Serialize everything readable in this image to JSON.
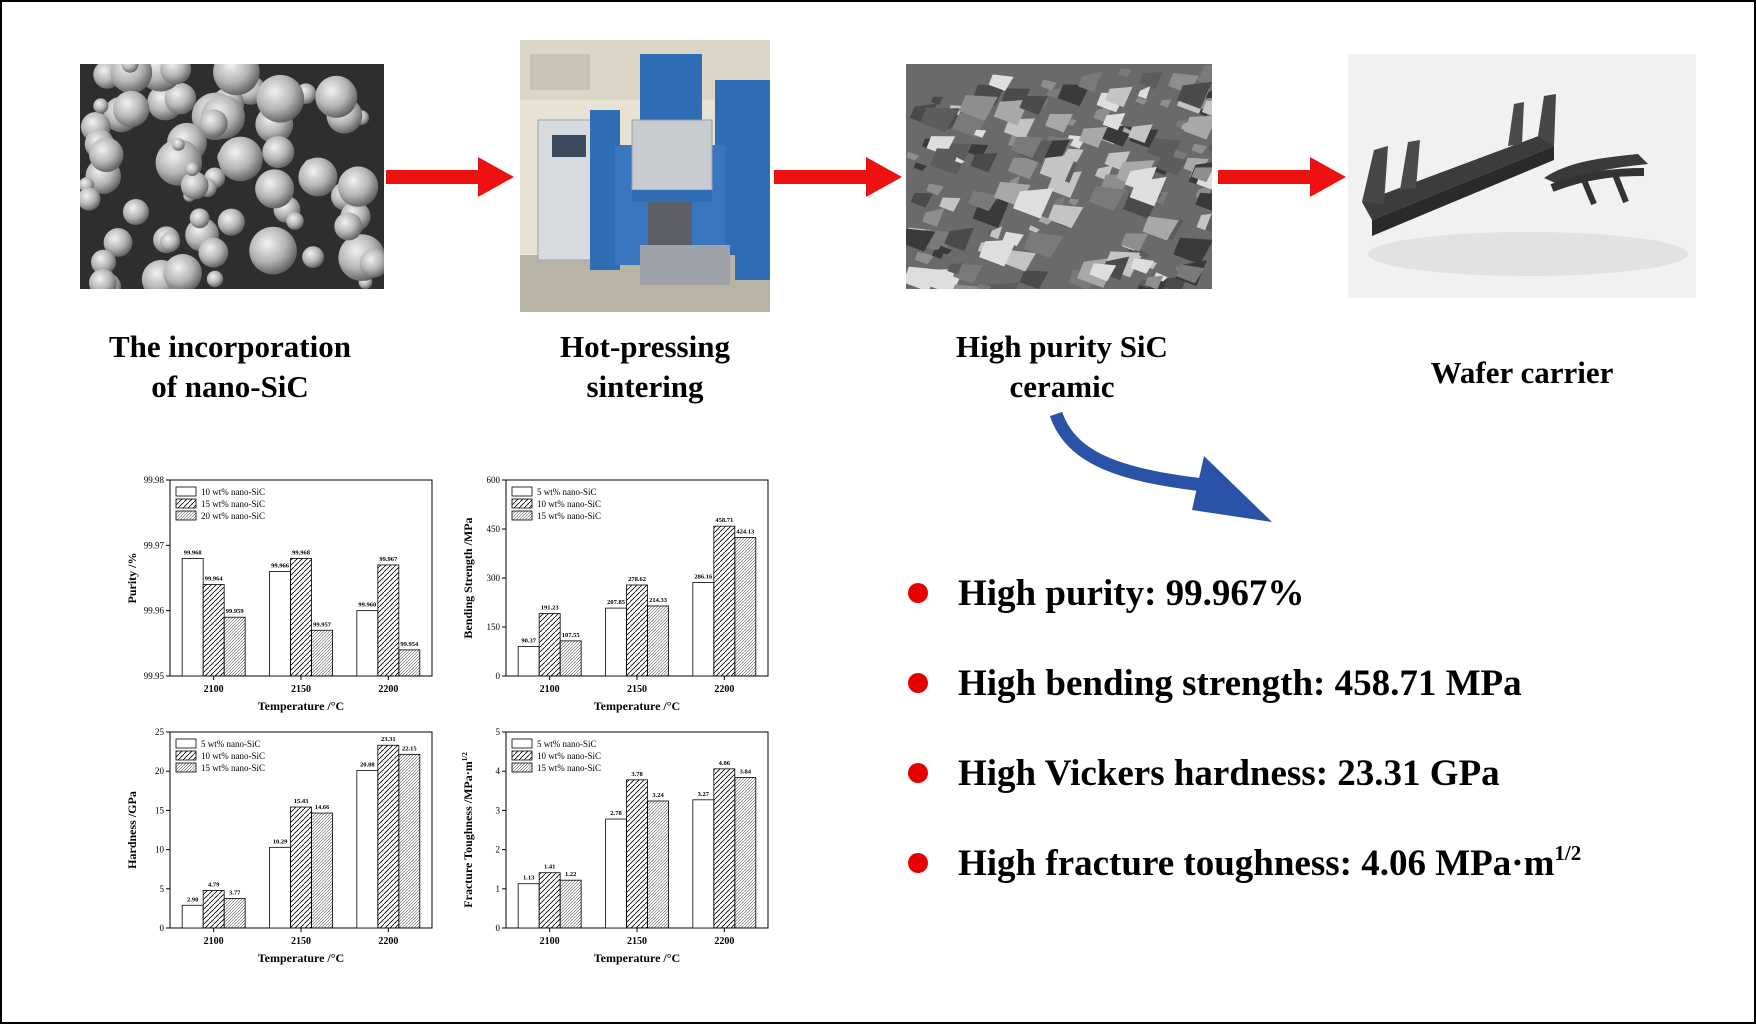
{
  "colors": {
    "arrow": "#ee1111",
    "curved_arrow": "#2a52a6",
    "bullet": "#e60000"
  },
  "process": [
    {
      "id": "powder",
      "caption_lines": [
        "The incorporation",
        "of nano-SiC"
      ]
    },
    {
      "id": "furnace",
      "caption_lines": [
        "Hot-pressing",
        "sintering"
      ]
    },
    {
      "id": "ceramic",
      "caption_lines": [
        "High purity SiC",
        "ceramic"
      ]
    },
    {
      "id": "carrier",
      "caption_lines": [
        "Wafer carrier"
      ]
    }
  ],
  "highlights": [
    {
      "text": "High purity: 99.967%",
      "sup": ""
    },
    {
      "text": "High bending strength: 458.71 MPa",
      "sup": ""
    },
    {
      "text": "High Vickers hardness: 23.31 GPa",
      "sup": ""
    },
    {
      "text": "High fracture toughness: 4.06 MPa·m",
      "sup": "1/2"
    }
  ],
  "chart_data": [
    {
      "type": "bar",
      "categories": [
        "2100",
        "2150",
        "2200"
      ],
      "xlabel": "Temperature /°C",
      "ylabel": "Purity /%",
      "ylim": [
        99.95,
        99.98
      ],
      "yticks": [
        "99.95",
        "99.96",
        "99.97",
        "99.98"
      ],
      "legend": "top-left",
      "series": [
        {
          "name": "10 wt% nano-SiC",
          "values": [
            99.968,
            99.966,
            99.96
          ],
          "labels": [
            "99.968",
            "99.966",
            "99.960"
          ],
          "pattern": "blank"
        },
        {
          "name": "15 wt% nano-SiC",
          "values": [
            99.964,
            99.968,
            99.967
          ],
          "labels": [
            "99.964",
            "99.968",
            "99.967"
          ],
          "pattern": "diag"
        },
        {
          "name": "20 wt% nano-SiC",
          "values": [
            99.959,
            99.957,
            99.954
          ],
          "labels": [
            "99.959",
            "99.957",
            "99.954"
          ],
          "pattern": "dense"
        }
      ]
    },
    {
      "type": "bar",
      "categories": [
        "2100",
        "2150",
        "2200"
      ],
      "xlabel": "Temperature /°C",
      "ylabel": "Bending Strength /MPa",
      "ylim": [
        0,
        600
      ],
      "yticks": [
        "0",
        "150",
        "300",
        "450",
        "600"
      ],
      "legend": "top-left",
      "series": [
        {
          "name": "5 wt% nano-SiC",
          "values": [
            90.37,
            207.85,
            286.16
          ],
          "labels": [
            "90.37",
            "207.85",
            "286.16"
          ],
          "pattern": "blank"
        },
        {
          "name": "10 wt% nano-SiC",
          "values": [
            191.23,
            278.62,
            458.71
          ],
          "labels": [
            "191.23",
            "278.62",
            "458.71"
          ],
          "pattern": "diag"
        },
        {
          "name": "15 wt% nano-SiC",
          "values": [
            107.55,
            214.33,
            424.13
          ],
          "labels": [
            "107.55",
            "214.33",
            "424.13"
          ],
          "pattern": "dense"
        }
      ]
    },
    {
      "type": "bar",
      "categories": [
        "2100",
        "2150",
        "2200"
      ],
      "xlabel": "Temperature /°C",
      "ylabel": "Hardness /GPa",
      "ylim": [
        0,
        25
      ],
      "yticks": [
        "0",
        "5",
        "10",
        "15",
        "20",
        "25"
      ],
      "legend": "top-left",
      "series": [
        {
          "name": "5 wt% nano-SiC",
          "values": [
            2.9,
            10.29,
            20.08
          ],
          "labels": [
            "2.90",
            "10.29",
            "20.08"
          ],
          "pattern": "blank"
        },
        {
          "name": "10 wt% nano-SiC",
          "values": [
            4.79,
            15.43,
            23.31
          ],
          "labels": [
            "4.79",
            "15.43",
            "23.31"
          ],
          "pattern": "diag"
        },
        {
          "name": "15 wt% nano-SiC",
          "values": [
            3.77,
            14.66,
            22.15
          ],
          "labels": [
            "3.77",
            "14.66",
            "22.15"
          ],
          "pattern": "dense"
        }
      ]
    },
    {
      "type": "bar",
      "categories": [
        "2100",
        "2150",
        "2200"
      ],
      "xlabel": "Temperature /°C",
      "ylabel": "Fracture Toughness /MPa·m",
      "ylabel_sup": "1/2",
      "ylim": [
        0,
        5
      ],
      "yticks": [
        "0",
        "1",
        "2",
        "3",
        "4",
        "5"
      ],
      "legend": "top-left",
      "series": [
        {
          "name": "5 wt% nano-SiC",
          "values": [
            1.13,
            2.78,
            3.27
          ],
          "labels": [
            "1.13",
            "2.78",
            "3.27"
          ],
          "pattern": "blank"
        },
        {
          "name": "10 wt% nano-SiC",
          "values": [
            1.41,
            3.78,
            4.06
          ],
          "labels": [
            "1.41",
            "3.78",
            "4.06"
          ],
          "pattern": "diag"
        },
        {
          "name": "15 wt% nano-SiC",
          "values": [
            1.22,
            3.24,
            3.84
          ],
          "labels": [
            "1.22",
            "3.24",
            "3.84"
          ],
          "pattern": "dense"
        }
      ]
    }
  ]
}
